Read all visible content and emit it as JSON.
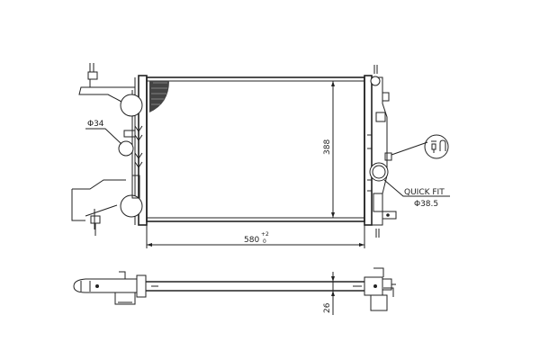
{
  "drawing": {
    "front_view": {
      "height_dimension": "388",
      "width_dimension": "580",
      "width_tolerance_upper": "+2",
      "width_tolerance_lower": "0",
      "inlet_diameter": "Φ34",
      "outlet_label": "QUICK FIT",
      "outlet_diameter": "Φ38.5"
    },
    "side_view": {
      "thickness_dimension": "26"
    }
  }
}
